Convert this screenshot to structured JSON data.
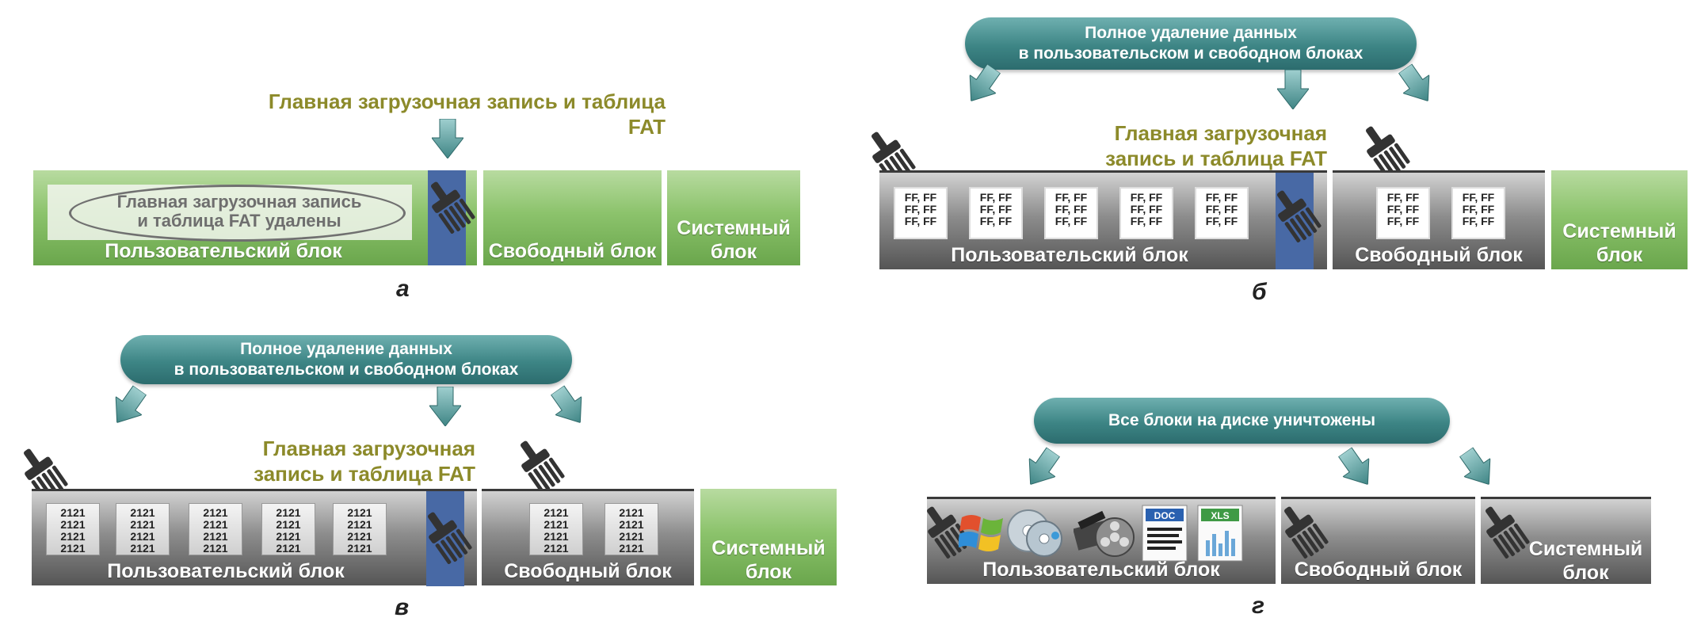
{
  "colors": {
    "green_block": "#8cc36c",
    "gray_block": "#8d8d8d",
    "fat_column": "#4869a5",
    "pill": "#3d8585",
    "olive_text": "#8c8a2a"
  },
  "labels": {
    "user_block": "Пользовательский блок",
    "free_block": "Свободный блок",
    "system_block_line1": "Системный",
    "system_block_line2": "блок",
    "mbr_fat": "Главная загрузочная запись и таблица FAT",
    "mbr_fat_line1": "Главная загрузочная",
    "mbr_fat_line2": "запись и таблица FAT",
    "wipe_line1": "Полное удаление данных",
    "wipe_line2": "в пользовательском и свободном блоках",
    "all_destroyed": "Все блоки на диске уничтожены",
    "deleted_line1": "Главная загрузочная запись",
    "deleted_line2": "и таблица FAT удалены",
    "ff": "FF, FF",
    "v2121": "2121"
  },
  "captions": {
    "a": "а",
    "b": "б",
    "v": "в",
    "g": "г"
  },
  "icons": {
    "broom": "broom-icon",
    "arrow": "down-arrow-icon",
    "windows": "windows-logo-icon",
    "disc": "disc-icon",
    "film": "film-reel-icon",
    "doc": "doc-file-icon",
    "xls": "xls-file-icon"
  },
  "file_labels": {
    "doc": "DOC",
    "xls": "XLS"
  }
}
